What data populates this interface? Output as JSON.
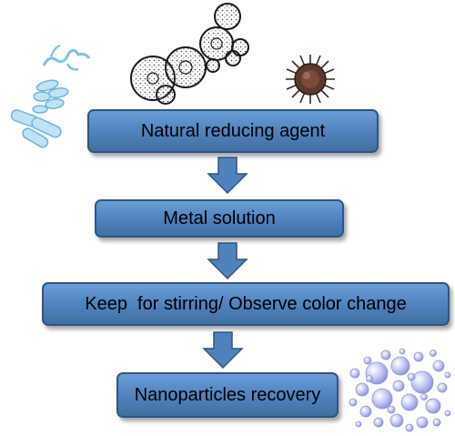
{
  "diagram": {
    "steps": [
      {
        "label": "Natural reducing agent"
      },
      {
        "label": "Metal solution"
      },
      {
        "label": "Keep  for stirring/ Observe color change"
      },
      {
        "label": "Nanoparticles recovery"
      }
    ],
    "colors": {
      "box_fill": "#4f81bd",
      "box_border": "#2c5686",
      "arrow_fill": "#4f81bd",
      "bacteria": "#8ec9ea",
      "fungi_outline": "#222222",
      "virus": "#5a3a2e",
      "nanoparticles": "#aab0ee"
    },
    "decorations": [
      "bacteria-icon",
      "fungi-cells-icon",
      "virus-icon",
      "nanoparticles-cluster-icon"
    ]
  }
}
